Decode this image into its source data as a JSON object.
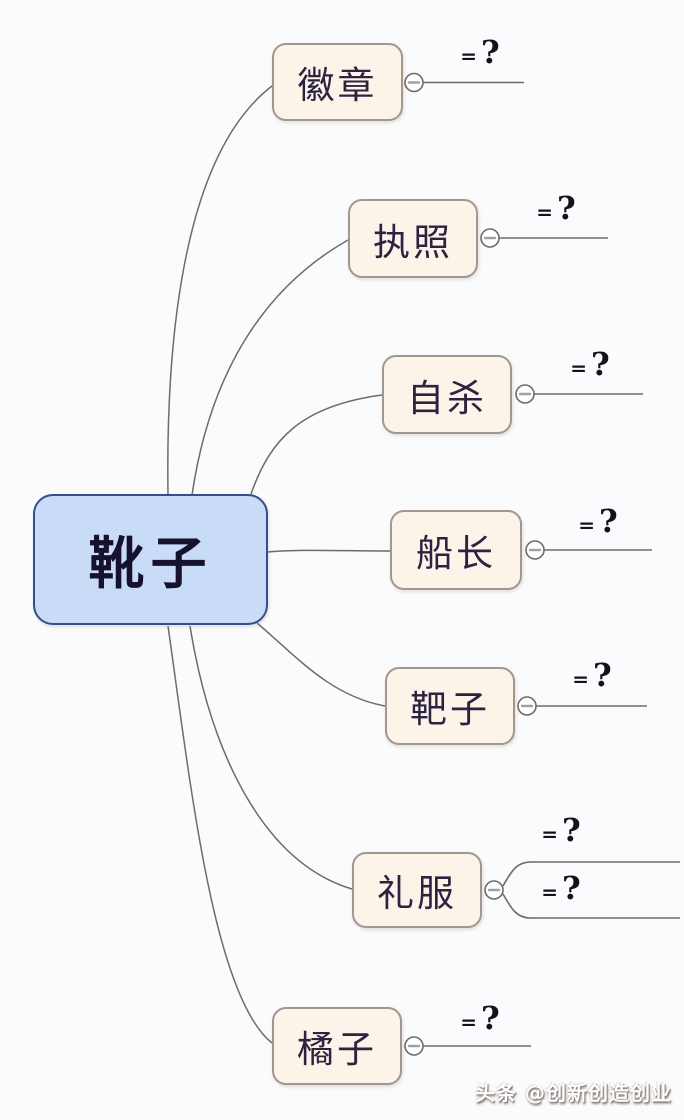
{
  "mindmap": {
    "root": {
      "label": "靴子"
    },
    "children": [
      {
        "label": "徽章",
        "values": [
          "=?"
        ]
      },
      {
        "label": "执照",
        "values": [
          "=?"
        ]
      },
      {
        "label": "自杀",
        "values": [
          "=?"
        ]
      },
      {
        "label": "船长",
        "values": [
          "=?"
        ]
      },
      {
        "label": "靶子",
        "values": [
          "=?"
        ]
      },
      {
        "label": "礼服",
        "values": [
          "=?",
          "=?"
        ]
      },
      {
        "label": "橘子",
        "values": [
          "=?"
        ]
      }
    ],
    "toggle_icon": "minus-circle"
  },
  "watermark": {
    "text": "头条 @创新创造创业"
  },
  "colors": {
    "background": "#fafbfd",
    "root-fill": "#c8dcf7",
    "root-border": "#33508c",
    "child-fill": "#fcf3e9",
    "child-border": "#a2978e",
    "edge": "#6f6b68",
    "toggle-stroke": "#6f6b68",
    "toggle-minus": "#9aa2b0",
    "text": "#2b2340",
    "watermark": "#ffffff"
  }
}
